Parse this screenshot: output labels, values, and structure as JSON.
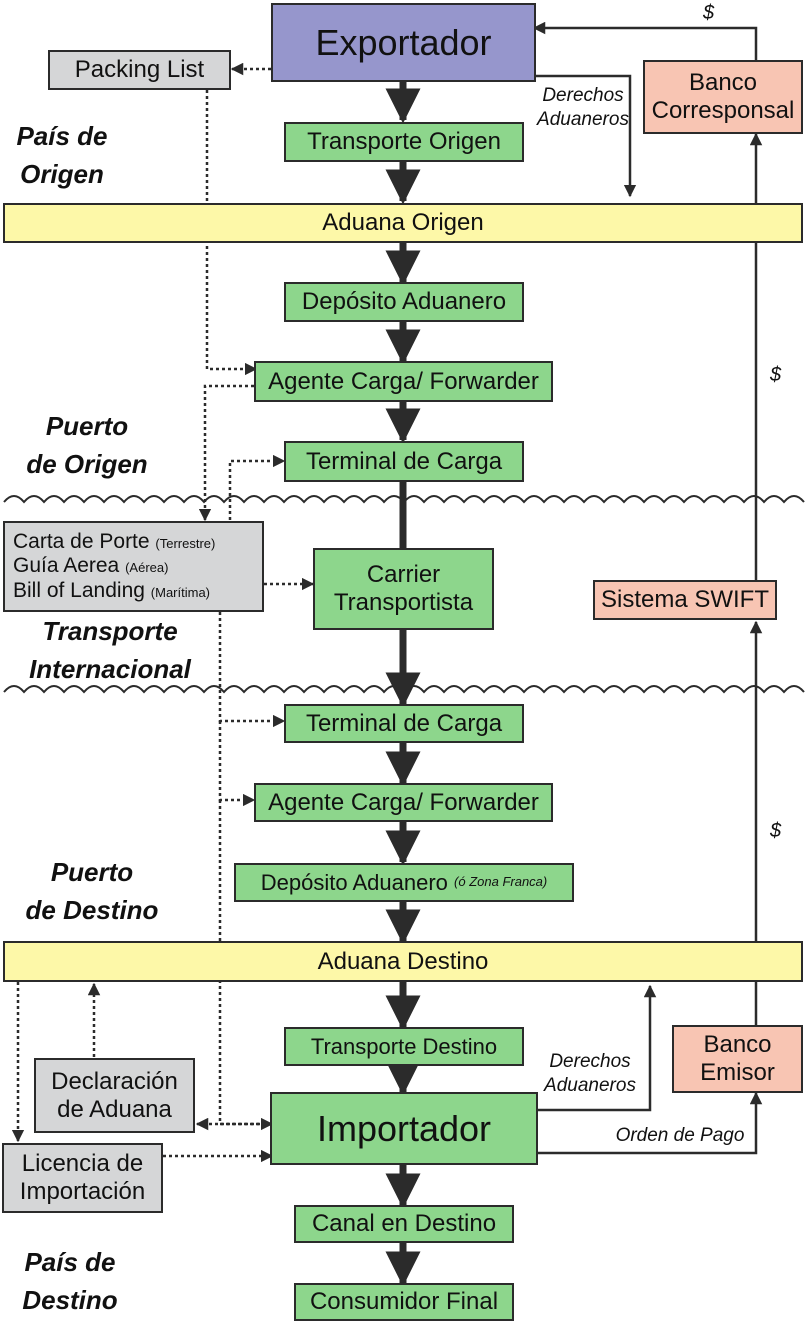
{
  "regions": {
    "origin_country": [
      "País de",
      "Origen"
    ],
    "origin_port": [
      "Puerto",
      "de Origen"
    ],
    "international_transport": [
      "Transporte",
      "Internacional"
    ],
    "destination_port": [
      "Puerto",
      "de Destino"
    ],
    "destination_country": [
      "País de",
      "Destino"
    ]
  },
  "boxes": {
    "exportador": "Exportador",
    "packing_list": "Packing List",
    "transporte_origen": "Transporte Origen",
    "aduana_origen": "Aduana Origen",
    "deposito_aduanero_origen": "Depósito Aduanero",
    "agente_carga_origen": "Agente Carga/ Forwarder",
    "terminal_carga_origen": "Terminal de Carga",
    "carrier": [
      "Carrier",
      "Transportista"
    ],
    "terminal_carga_destino": "Terminal de Carga",
    "agente_carga_destino": "Agente Carga/ Forwarder",
    "deposito_aduanero_destino": "Depósito Aduanero",
    "deposito_aduanero_destino_note": "(ó Zona Franca)",
    "aduana_destino": "Aduana Destino",
    "transporte_destino": "Transporte Destino",
    "importador": "Importador",
    "canal_destino": "Canal en Destino",
    "consumidor_final": "Consumidor Final",
    "banco_corresponsal": [
      "Banco",
      "Corresponsal"
    ],
    "sistema_swift": "Sistema SWIFT",
    "banco_emisor": [
      "Banco",
      "Emisor"
    ],
    "declaracion_aduana": [
      "Declaración",
      "de Aduana"
    ],
    "licencia_importacion": [
      "Licencia de",
      "Importación"
    ]
  },
  "transport_docs": [
    {
      "name": "Carta de Porte",
      "mode": "(Terrestre)"
    },
    {
      "name": "Guía Aerea",
      "mode": "(Aérea)"
    },
    {
      "name": "Bill of Landing",
      "mode": "(Marítima)"
    }
  ],
  "notes": {
    "derechos_origen": [
      "Derechos",
      "Aduaneros"
    ],
    "derechos_destino": [
      "Derechos",
      "Aduaneros"
    ],
    "orden_de_pago": "Orden de Pago",
    "dollar_top": "$",
    "dollar_upper": "$",
    "dollar_lower": "$"
  },
  "colors": {
    "flow_green": "#8dd68c",
    "customs_yellow": "#fdf8a8",
    "document_grey": "#d5d6d7",
    "bank_salmon": "#f8c5b3",
    "exporter_purple": "#9696cc",
    "line_dark": "#2b2b2b"
  }
}
